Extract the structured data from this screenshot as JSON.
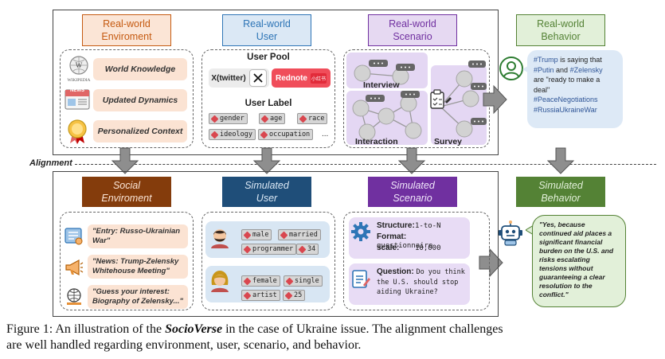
{
  "top": {
    "env_header": [
      "Real-world",
      "Enviroment"
    ],
    "user_header": [
      "Real-world",
      "User"
    ],
    "scenario_header": [
      "Real-world",
      "Scenario"
    ],
    "behavior_header": [
      "Real-world",
      "Behavior"
    ],
    "wikipedia_label": "WIKIPEDIA",
    "news_label": "NEWS",
    "env_items": [
      "World Knowledge",
      "Updated Dynamics",
      "Personalized Context"
    ],
    "user_pool_title": "User Pool",
    "twitter_label": "X(twitter)",
    "rednote_label": "Rednote",
    "rednote_logo": "小红书",
    "user_label_title": "User Label",
    "user_tags": [
      "gender",
      "age",
      "race",
      "ideology",
      "occupation"
    ],
    "ellipsis": "...",
    "scenario_labels": {
      "interview": "Interview",
      "interaction": "Interaction",
      "survey": "Survey"
    },
    "tweet_lines": [
      {
        "parts": [
          {
            "t": "#Trump",
            "c": "#2f5597"
          },
          {
            "t": " is saying that",
            "c": "#222"
          }
        ]
      },
      {
        "parts": [
          {
            "t": "#Putin",
            "c": "#2f5597"
          },
          {
            "t": " and ",
            "c": "#222"
          },
          {
            "t": "#Zelensky",
            "c": "#2f5597"
          }
        ]
      },
      {
        "parts": [
          {
            "t": "are \"ready to make a",
            "c": "#222"
          }
        ]
      },
      {
        "parts": [
          {
            "t": "deal\"",
            "c": "#222"
          }
        ]
      },
      {
        "parts": [
          {
            "t": "#PeaceNegotiations",
            "c": "#2f5597"
          }
        ]
      },
      {
        "parts": [
          {
            "t": "#RussiaUkraineWar",
            "c": "#2f5597"
          }
        ]
      }
    ]
  },
  "alignment_label": "Alignment",
  "bottom": {
    "env_header": [
      "Social",
      "Enviroment"
    ],
    "user_header": [
      "Simulated",
      "User"
    ],
    "scenario_header": [
      "Simulated",
      "Scenario"
    ],
    "behavior_header": [
      "Simulated",
      "Behavior"
    ],
    "env_quotes": [
      "\"Entry: Russo-Ukrainian War\"",
      "\"News: Trump-Zelensky Whitehouse Meeting\"",
      "\"Guess your interest: Biography of Zelensky...\""
    ],
    "male_tags": [
      "male",
      "married",
      "programmer",
      "34"
    ],
    "female_tags": [
      "female",
      "single",
      "artist",
      "25"
    ],
    "structure_label": "Structure:",
    "structure_value": "1-to-N",
    "format_label": "Format:",
    "format_value": "questionnaire",
    "scale_label": "scale:",
    "scale_value": "10,000",
    "question_label": "Question:",
    "question_text": "Do you think the U.S. should stop aiding Ukraine?",
    "behavior_text": "\"Yes, because continued aid places a significant financial burden on the U.S. and risks escalating tensions without guaranteeing a clear resolution to the conflict.\""
  },
  "caption": {
    "prefix": "Figure 1: An illustration of the ",
    "name": "SocioVerse",
    "suffix": " in the case of Ukraine issue. The alignment challenges",
    "line2": "are well handled regarding environment, user, scenario, and behavior."
  },
  "colors": {
    "env_header_border": "#c55a11",
    "env_header_bg": "#fbe5d6",
    "env_header_text": "#c55a11",
    "user_header_border": "#2e75b6",
    "user_header_bg": "#dbe8f5",
    "user_header_text": "#2e75b6",
    "scenario_header_border": "#7030a0",
    "scenario_header_bg": "#e6d9f2",
    "scenario_header_text": "#7030a0",
    "behavior_header_border": "#548235",
    "behavior_header_bg": "#e2f0d9",
    "behavior_header_text": "#548235",
    "sim_env_bg": "#843c0c",
    "sim_user_bg": "#1f4e79",
    "sim_scenario_bg": "#7030a0",
    "sim_behavior_bg": "#548235",
    "tweet_bg": "#dde9f6",
    "behavior_bubble_bg": "#e2f0d9"
  }
}
